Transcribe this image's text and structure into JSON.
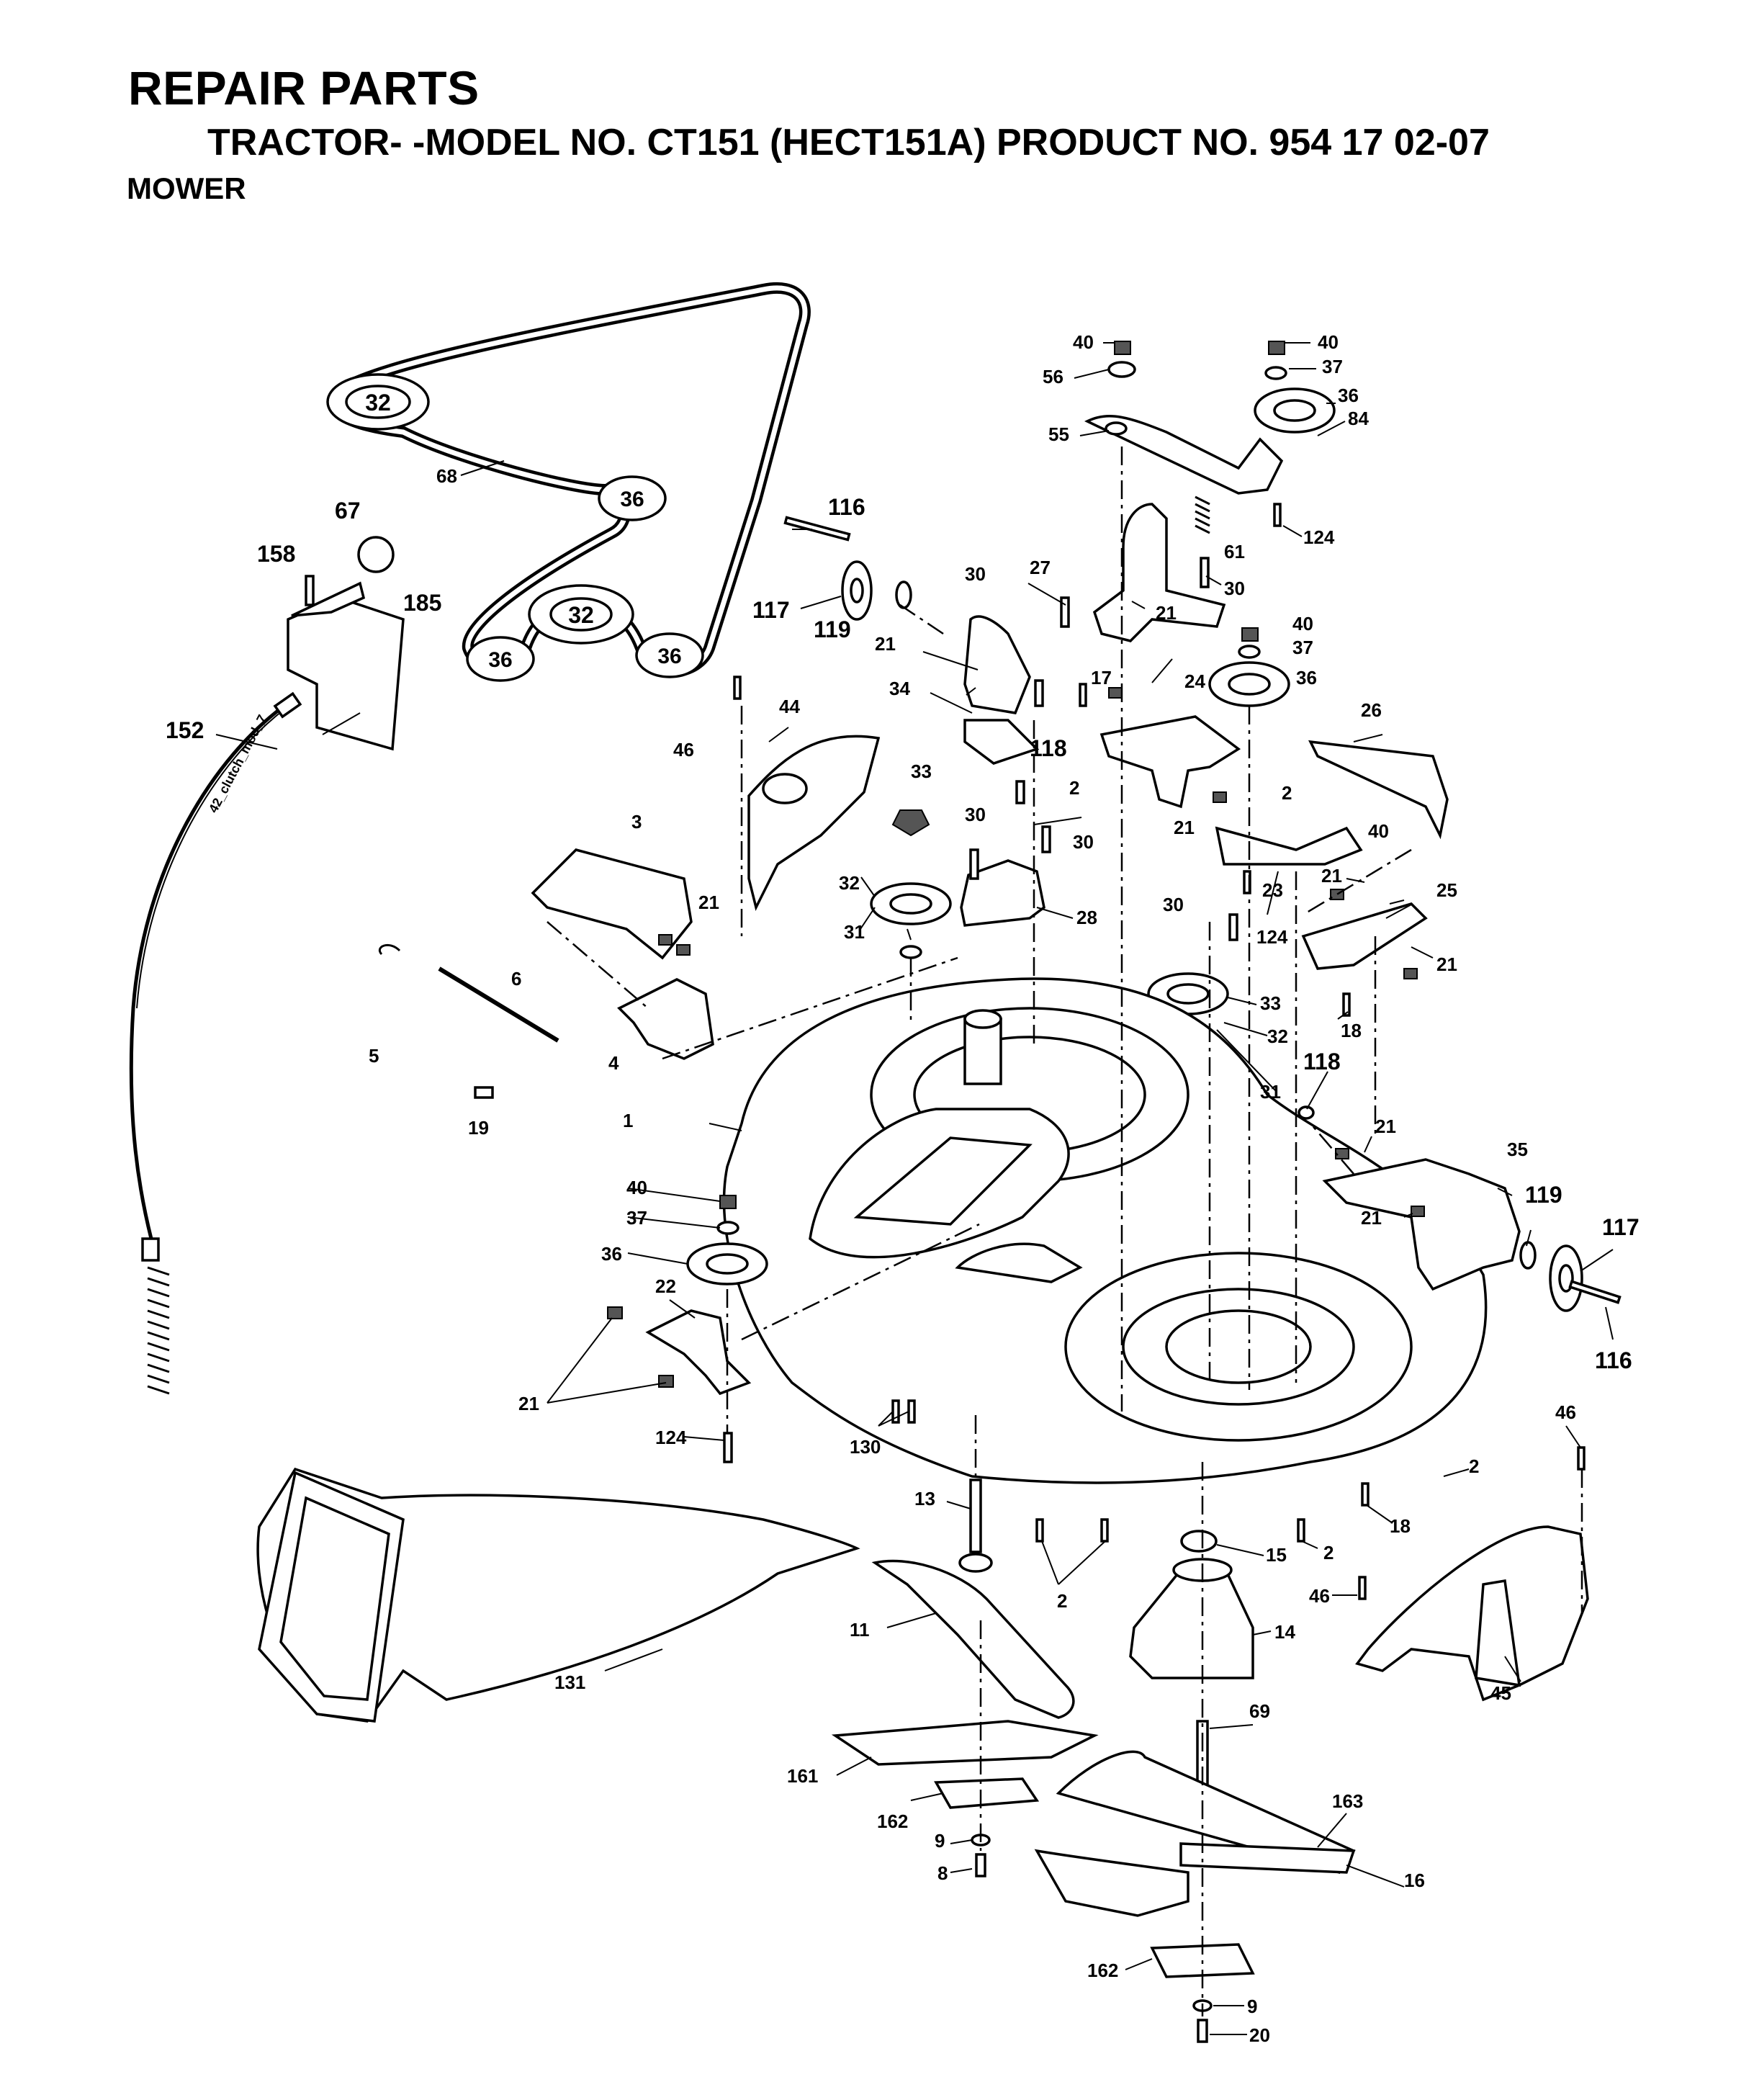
{
  "header": {
    "title": "REPAIR PARTS",
    "subtitle": "TRACTOR- -MODEL NO. CT151 (HECT151A) PRODUCT NO. 954 17 02-07",
    "section": "MOWER"
  },
  "cable_label": "42_clutch_mod_7",
  "belt_pulley_marks": [
    "32",
    "36",
    "32",
    "36",
    "36"
  ],
  "callouts": [
    "68",
    "67",
    "158",
    "185",
    "152",
    "116",
    "117",
    "119",
    "40",
    "56",
    "55",
    "37",
    "36",
    "84",
    "61",
    "124",
    "30",
    "27",
    "21",
    "17",
    "34",
    "118",
    "44",
    "46",
    "33",
    "2",
    "3",
    "6",
    "5",
    "4",
    "19",
    "1",
    "28",
    "31",
    "32",
    "24",
    "26",
    "23",
    "25",
    "18",
    "35",
    "22",
    "124",
    "130",
    "13",
    "11",
    "161",
    "162",
    "9",
    "8",
    "15",
    "14",
    "45",
    "69",
    "163",
    "16",
    "20",
    "131"
  ]
}
